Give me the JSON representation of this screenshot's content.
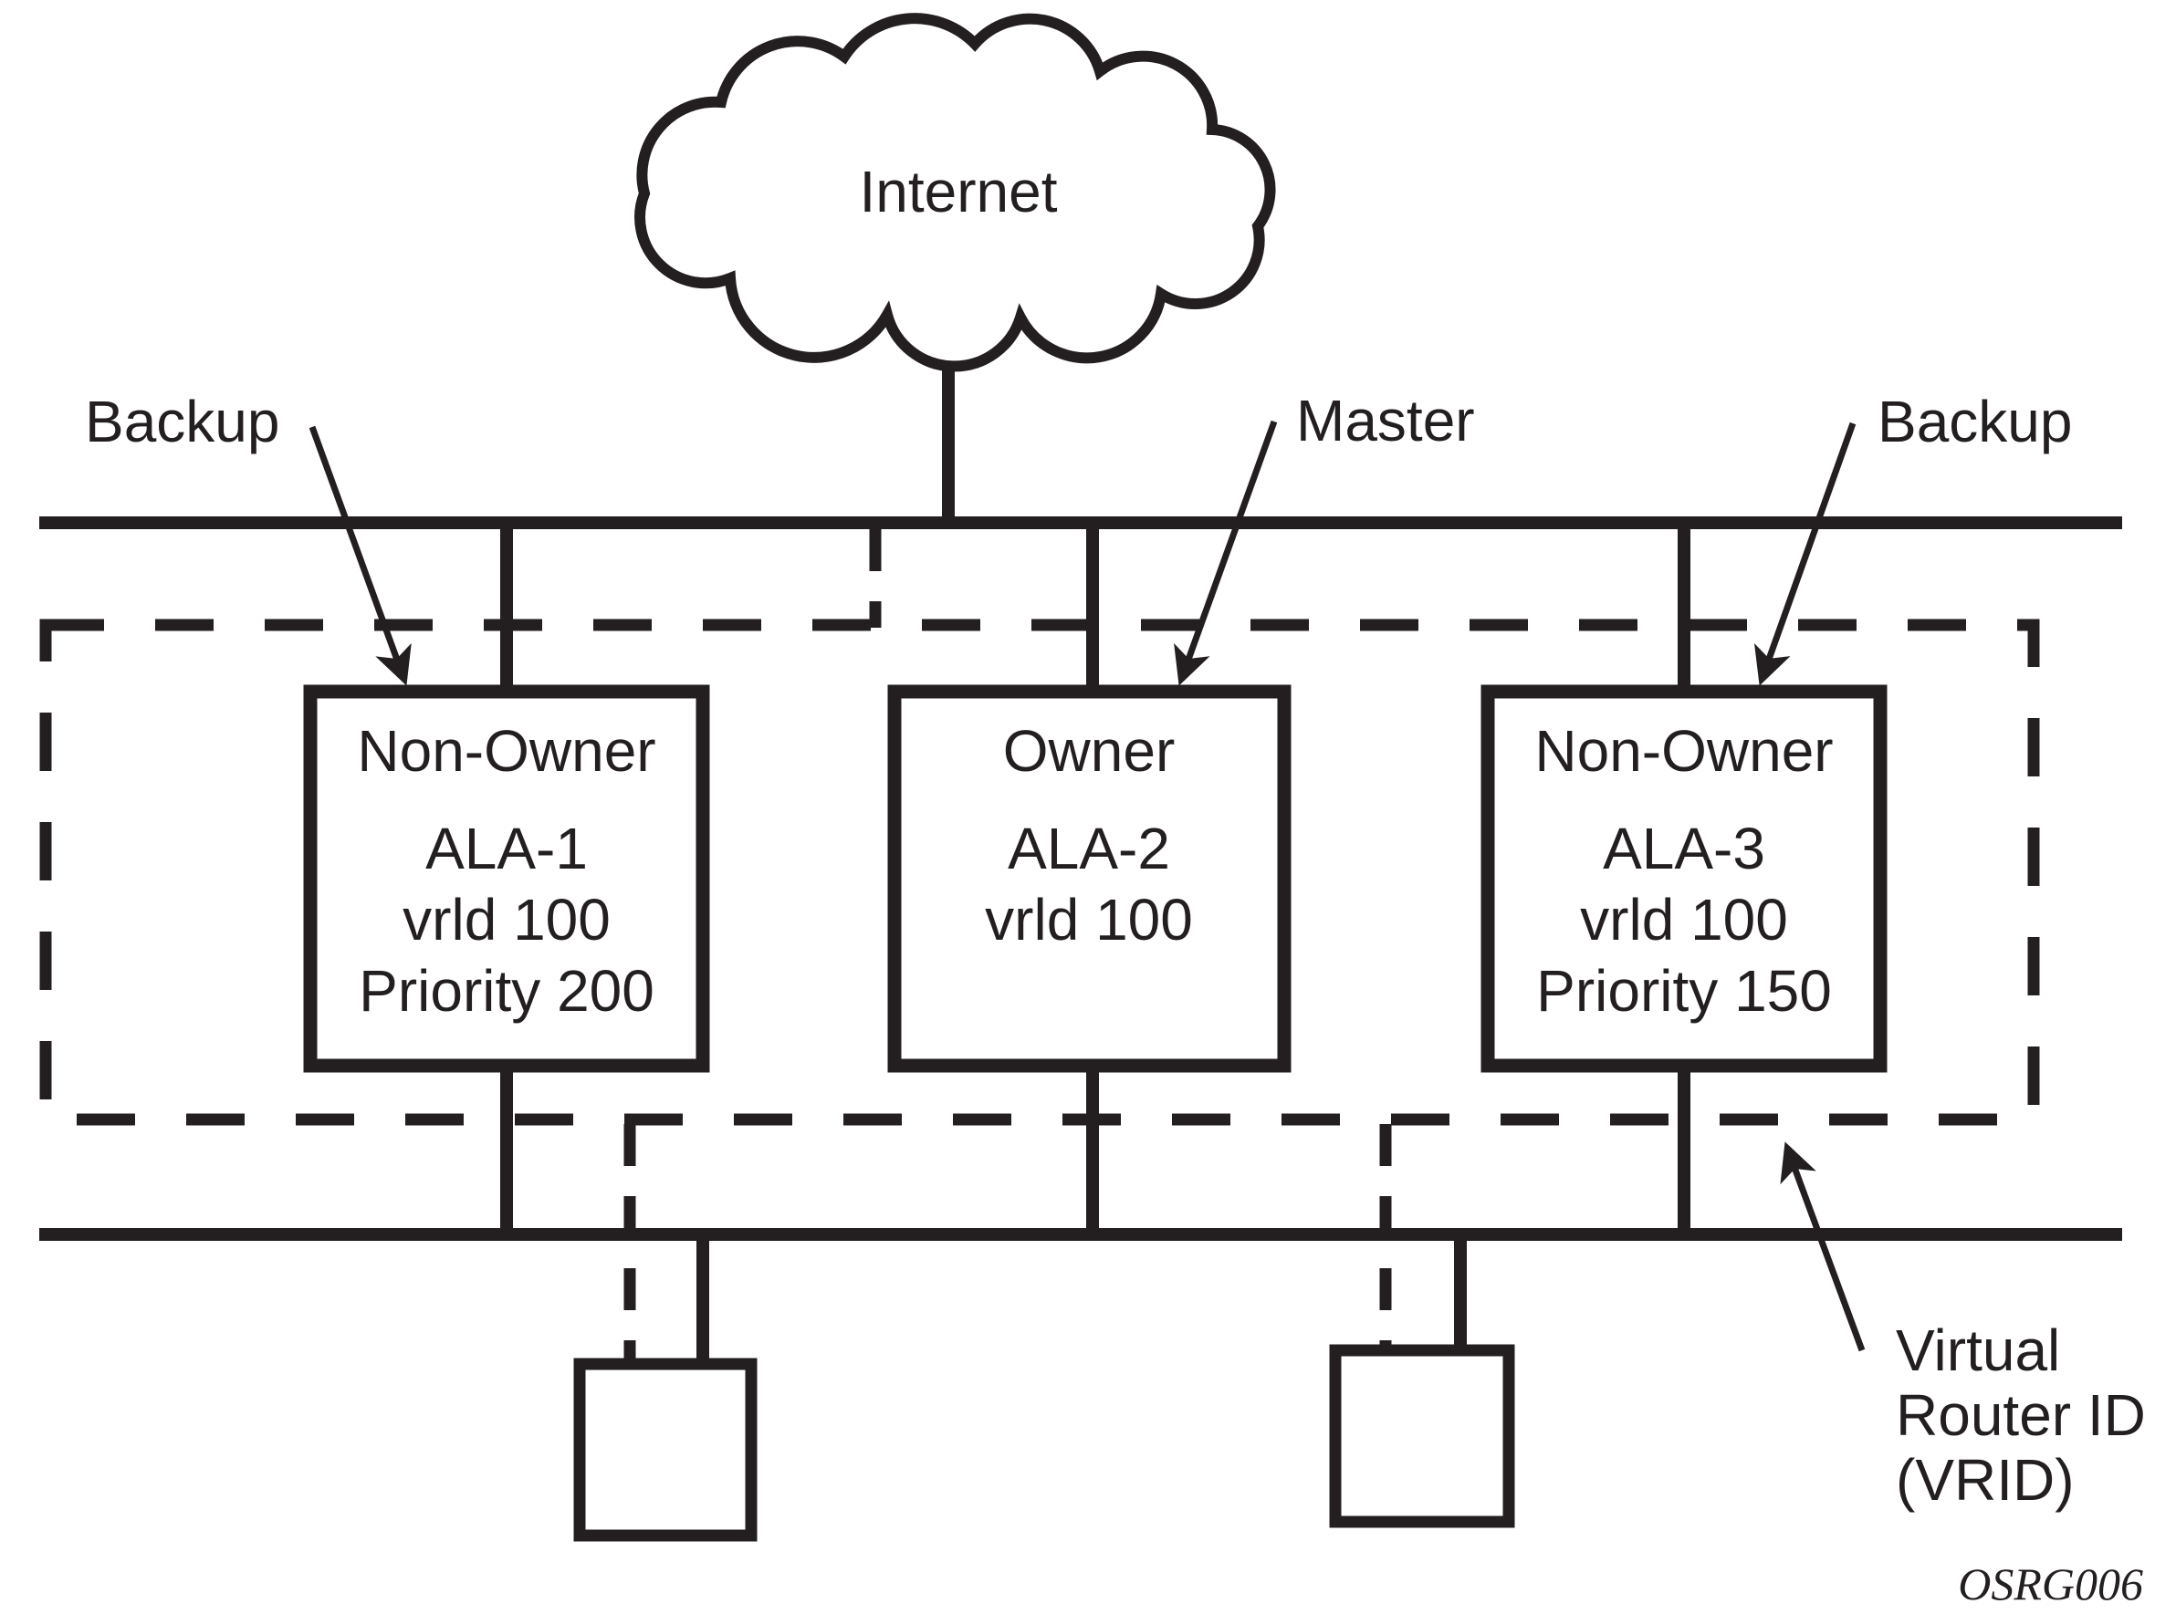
{
  "diagram": {
    "cloud_label": "Internet",
    "labels": {
      "backup_left": "Backup",
      "master": "Master",
      "backup_right": "Backup",
      "vrid_line1": "Virtual",
      "vrid_line2": "Router ID",
      "vrid_line3": "(VRID)",
      "figure_code": "OSRG006"
    },
    "routers": [
      {
        "role": "Non-Owner",
        "name": "ALA-1",
        "vrid": "vrld 100",
        "priority": "Priority 200"
      },
      {
        "role": "Owner",
        "name": "ALA-2",
        "vrid": "vrld 100"
      },
      {
        "role": "Non-Owner",
        "name": "ALA-3",
        "vrid": "vrld 100",
        "priority": "Priority 150"
      }
    ],
    "colors": {
      "ink": "#231f20",
      "background": "#ffffff"
    }
  }
}
